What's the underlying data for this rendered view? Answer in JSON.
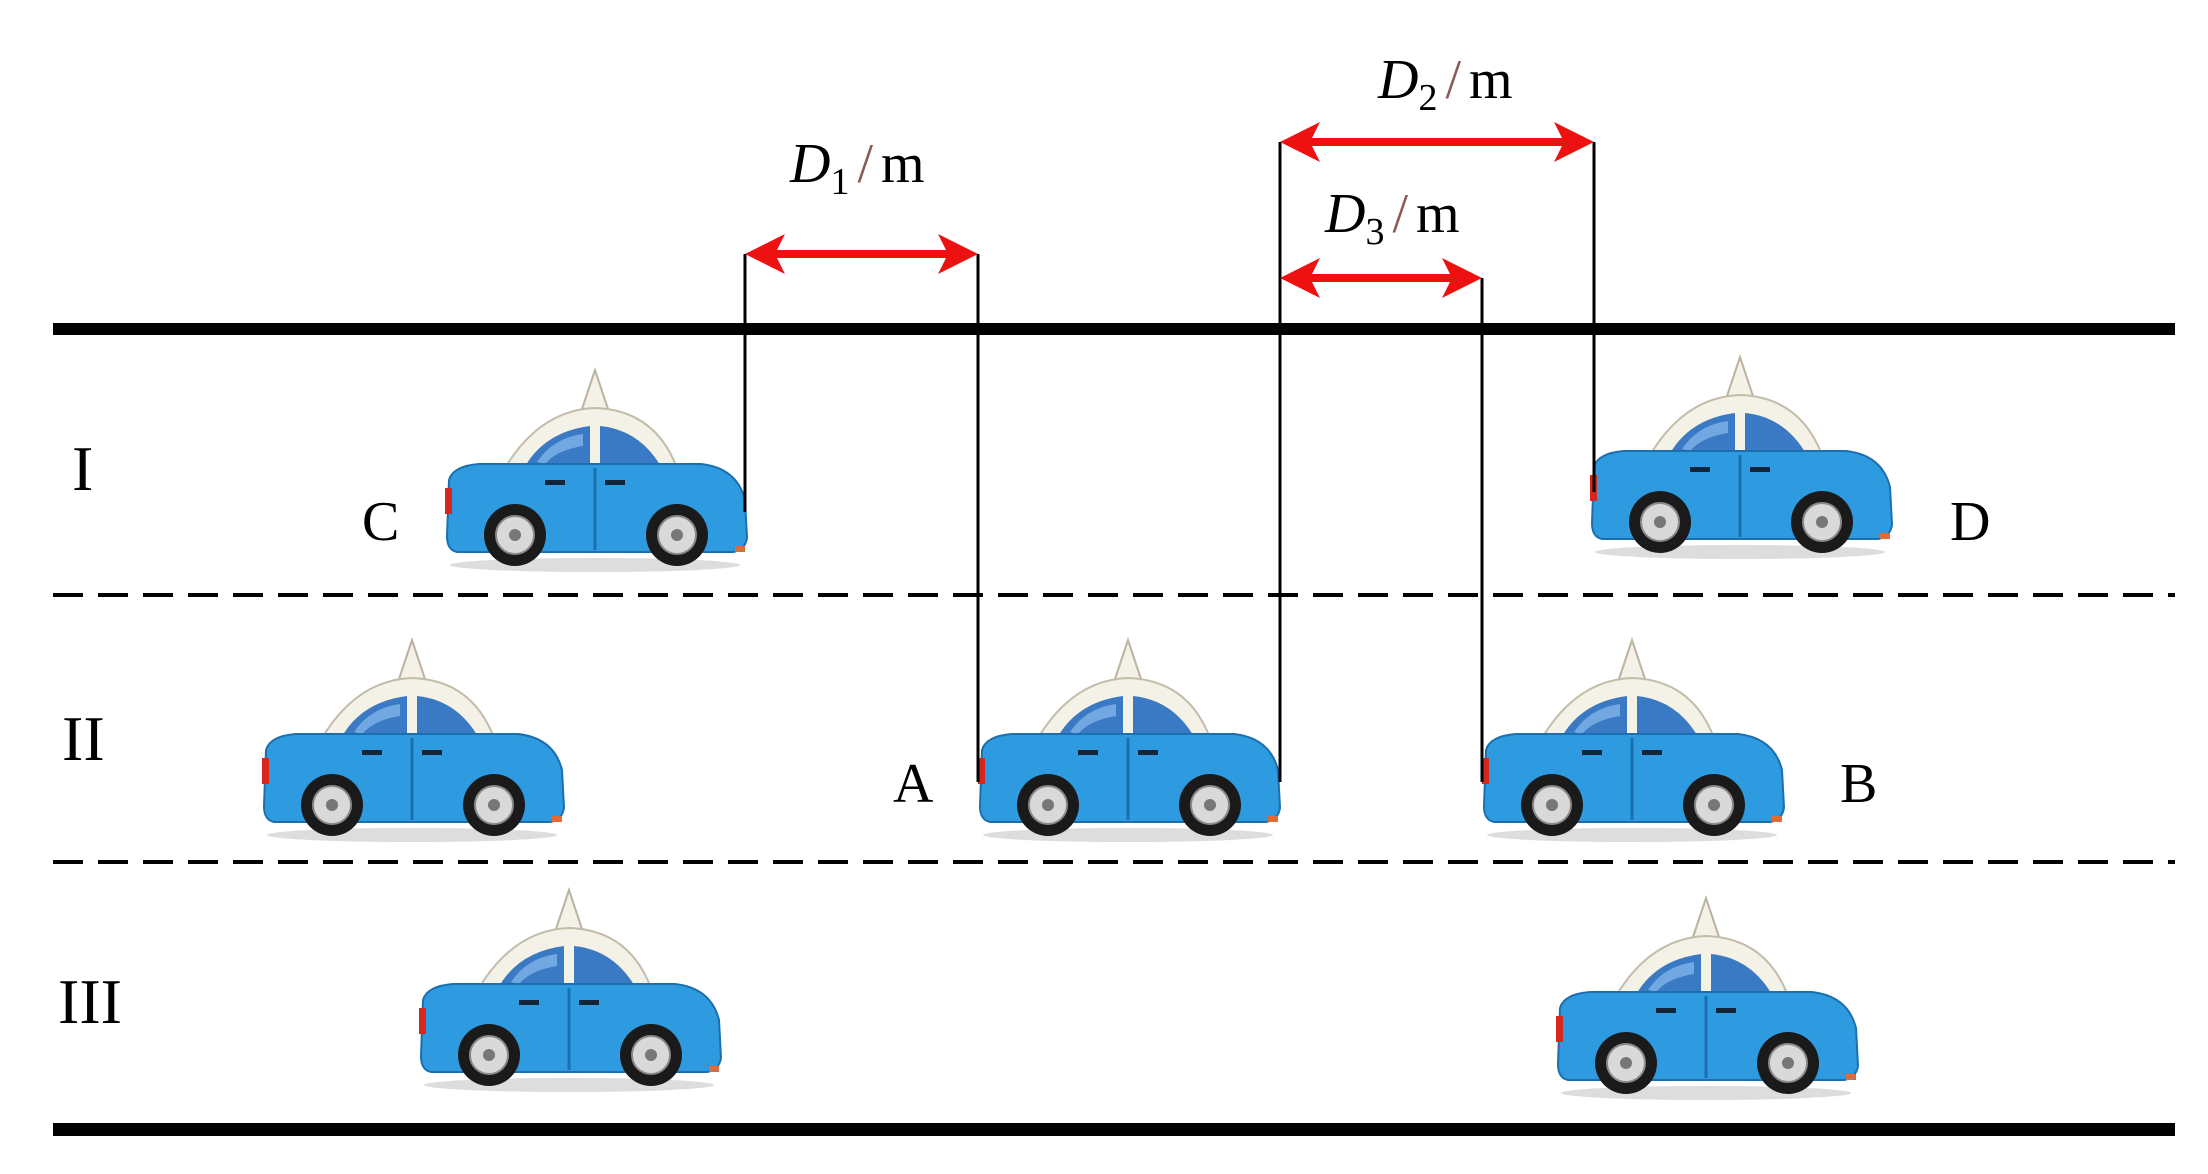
{
  "lanes": [
    {
      "label": "I"
    },
    {
      "label": "II"
    },
    {
      "label": "III"
    }
  ],
  "car_labels": {
    "a": "A",
    "b": "B",
    "c": "C",
    "d": "D"
  },
  "dimensions": {
    "d1": {
      "symbol": "D",
      "subscript": "1",
      "slash": "/",
      "unit": "m"
    },
    "d2": {
      "symbol": "D",
      "subscript": "2",
      "slash": "/",
      "unit": "m"
    },
    "d3": {
      "symbol": "D",
      "subscript": "3",
      "slash": "/",
      "unit": "m"
    }
  },
  "colors": {
    "arrow": "#ee1111",
    "car_body": "#2e9be0",
    "car_roof": "#f4f1e6",
    "road_line": "#000000"
  }
}
